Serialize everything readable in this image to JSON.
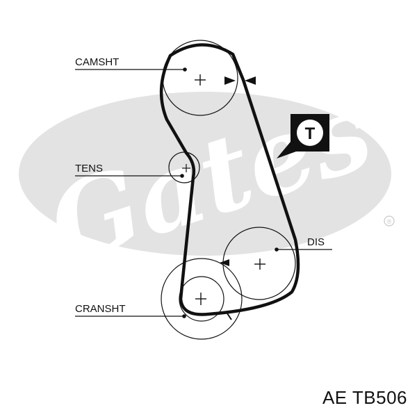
{
  "labels": {
    "camshaft": "CAMSHT",
    "tensioner": "TENS",
    "distributor": "DIS",
    "crankshaft": "CRANSHT"
  },
  "timing_callout": {
    "letter": "T"
  },
  "watermark": {
    "brand": "Gates",
    "registered_mark": "®"
  },
  "part_number": "AE  TB506",
  "colors": {
    "line": "#111111",
    "watermark": "#e3e3e3",
    "background": "#ffffff"
  }
}
